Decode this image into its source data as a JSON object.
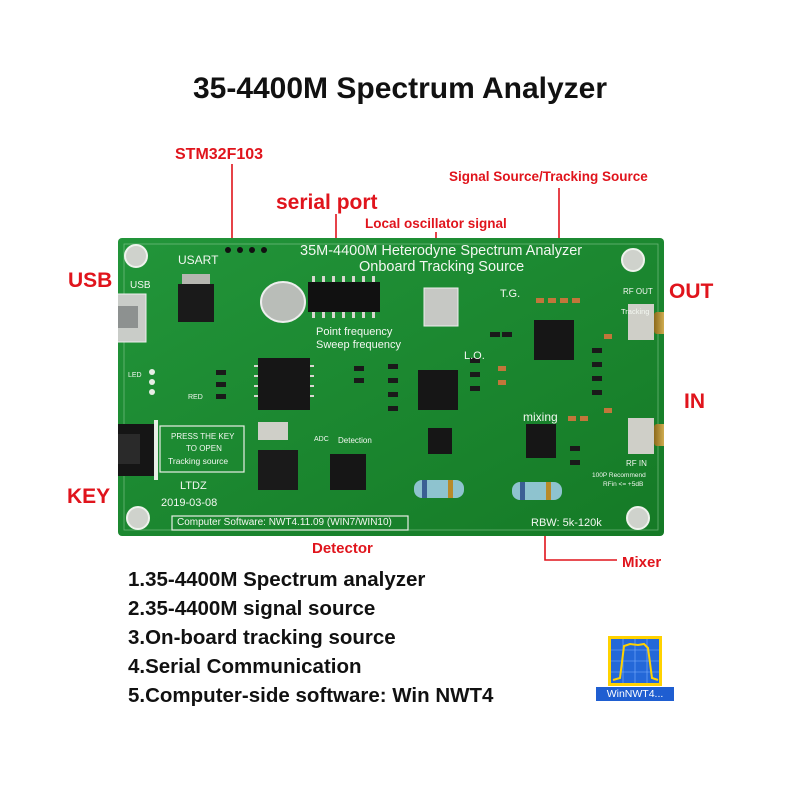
{
  "title": "35-4400M  Spectrum Analyzer",
  "callouts": {
    "stm32": "STM32F103",
    "serial_port": "serial port",
    "local_osc": "Local oscillator signal",
    "signal_source": "Signal Source/Tracking Source",
    "usb": "USB",
    "out": "OUT",
    "in": "IN",
    "key": "KEY",
    "detector": "Detector",
    "mixer": "Mixer"
  },
  "board": {
    "header_line1": "35M-4400M Heterodyne Spectrum Analyzer",
    "header_line2": "Onboard Tracking Source",
    "usart": "USART",
    "usb": "USB",
    "point_freq": "Point frequency",
    "sweep_freq": "Sweep frequency",
    "tg": "T.G.",
    "lo": "L.O.",
    "rf_out": "RF OUT",
    "tracking": "Tracking",
    "rf_in": "RF IN",
    "mixing": "mixing",
    "detection": "Detection",
    "key_label_1": "PRESS THE KEY",
    "key_label_2": "TO OPEN",
    "key_label_3": "Tracking source",
    "ltdz": "LTDZ",
    "date": "2019-03-08",
    "software": "Computer Software: NWT4.11.09 (WIN7/WIN10)",
    "rbw": "RBW: 5k-120k",
    "led": "LED",
    "red": "RED",
    "adc": "ADC",
    "recommend": "100P Recommend",
    "rfin_note": "RFin <= +5dB"
  },
  "features": [
    "1.35-4400M Spectrum analyzer",
    "2.35-4400M signal source",
    "3.On-board tracking source",
    "4.Serial Communication",
    "5.Computer-side software: Win NWT4"
  ],
  "app_icon": {
    "label": "WinNWT4...",
    "icon": "winnwt4-app-icon"
  },
  "colors": {
    "callout": "#e0141c",
    "pcb": "#1d8a2c",
    "silkscreen": "#f3f7f1"
  }
}
